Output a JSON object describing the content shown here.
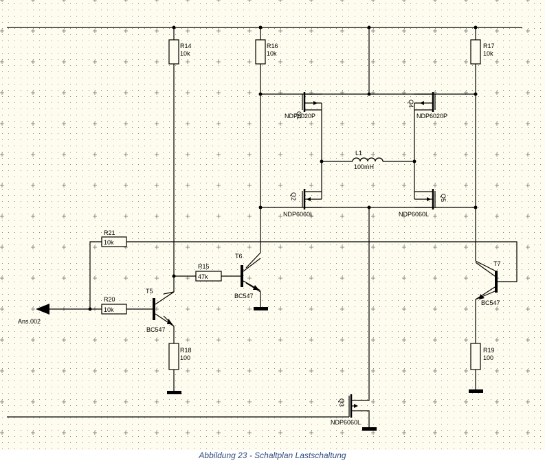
{
  "colors": {
    "sheet_background": "#fdfcee",
    "grid_dot": "#8a8a8a",
    "grid_cross": "#6f6f6f",
    "wire": "#000000",
    "caption_text": "#2e4a7d"
  },
  "components": {
    "r14": {
      "ref": "R14",
      "value": "10k"
    },
    "r16": {
      "ref": "R16",
      "value": "10k"
    },
    "r17": {
      "ref": "R17",
      "value": "10k"
    },
    "r15": {
      "ref": "R15",
      "value": "47k"
    },
    "r18": {
      "ref": "R18",
      "value": "100"
    },
    "r19": {
      "ref": "R19",
      "value": "100"
    },
    "r20": {
      "ref": "R20",
      "value": "10k"
    },
    "r21": {
      "ref": "R21",
      "value": "10k"
    },
    "t5": {
      "ref": "T5",
      "type": "BC547"
    },
    "t6": {
      "ref": "T6",
      "type": "BC547"
    },
    "t7": {
      "ref": "T7",
      "type": "BC547"
    },
    "q1": {
      "ref": "Q1",
      "type": "NDP6020P"
    },
    "q4": {
      "ref": "Q4",
      "type": "NDP6020P"
    },
    "q2": {
      "ref": "Q2",
      "type": "NDP6060L"
    },
    "q5": {
      "ref": "Q5",
      "type": "NDP6060L"
    },
    "q3": {
      "ref": "Q3",
      "type": "NDP6060L"
    },
    "l1": {
      "ref": "L1",
      "value": "100mH"
    }
  },
  "connector": {
    "label": "Ans.002"
  },
  "caption": "Abbildung 23 - Schaltplan Lastschaltung"
}
